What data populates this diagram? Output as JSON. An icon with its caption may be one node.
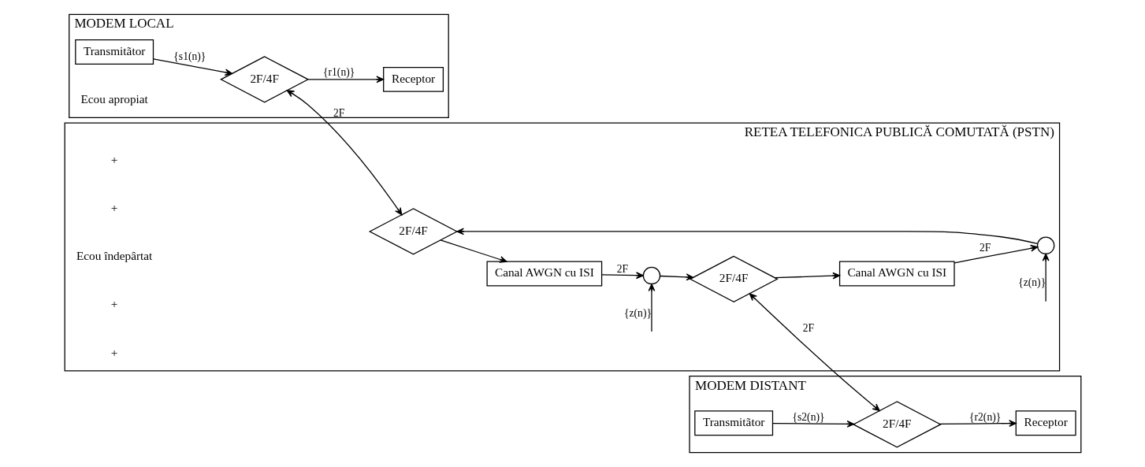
{
  "diagram": {
    "nodes": [
      {
        "text": [
          "MODEM LOCAL"
        ]
      },
      {
        "text": [
          "Transmitãtor"
        ],
        "in": 0
      },
      {
        "text": [
          "2F/4F"
        ],
        "in": 0
      },
      {
        "text": [
          "Receptor"
        ],
        "in": 0
      },
      {
        "text": [
          "RETEA TELEFONICA PUBLICĂ COMUTATĂ (PSTN)"
        ]
      },
      {
        "text": [
          "Canal AWGN cu ISI"
        ],
        "in": 4
      },
      {
        "text": [],
        "shape": "circle",
        "in": 4
      },
      {
        "text": [
          "2F/4F"
        ],
        "in": 4
      },
      {
        "text": [
          "2F/4F"
        ],
        "in": 4
      },
      {
        "text": [],
        "shape": "circle",
        "in": 4
      },
      {
        "text": [
          "Canal AWGN cu ISI"
        ],
        "in": 4
      },
      {
        "text": [
          "MODEM DISTANT"
        ]
      },
      {
        "text": [
          "Receptor"
        ],
        "in": 11
      },
      {
        "text": [
          "2F/4F"
        ],
        "in": 11
      },
      {
        "text": [
          "Transmitãtor"
        ],
        "in": 11
      }
    ],
    "edges": [
      {
        "from": 1,
        "to": 2,
        "arrow": "to",
        "label": "{s1(n)}"
      },
      {
        "from": 2,
        "to": 3,
        "arrow": "to",
        "label": "{r1(n)}"
      },
      {
        "from": 2,
        "to": 7,
        "arrow": "both",
        "label": "2F"
      },
      {
        "from": 7,
        "to": 5,
        "arrow": "to"
      },
      {
        "from": 5,
        "to": 6,
        "arrow": "to",
        "label": "2F"
      },
      {
        "from": null,
        "to": 6,
        "arrow": "to",
        "label": "{z(n)}"
      },
      {
        "from": 6,
        "to": 8,
        "arrow": "to"
      },
      {
        "from": 8,
        "to": 10,
        "arrow": "to"
      },
      {
        "from": 10,
        "to": 9,
        "arrow": "to",
        "label": "2F"
      },
      {
        "from": null,
        "to": 9,
        "arrow": "to",
        "label": "{z(n)}"
      },
      {
        "from": 9,
        "to": 7,
        "arrow": "to"
      },
      {
        "from": 8,
        "to": 13,
        "arrow": "both",
        "label": "2F"
      },
      {
        "from": 13,
        "to": 12,
        "arrow": "to",
        "label": "{r2(n)}"
      },
      {
        "from": 14,
        "to": 13,
        "arrow": "to",
        "label": "{s2(n)}"
      }
    ],
    "labels": [
      "Ecou apropiat",
      "+",
      "+",
      "Ecou îndepârtat",
      "+",
      "+"
    ]
  }
}
